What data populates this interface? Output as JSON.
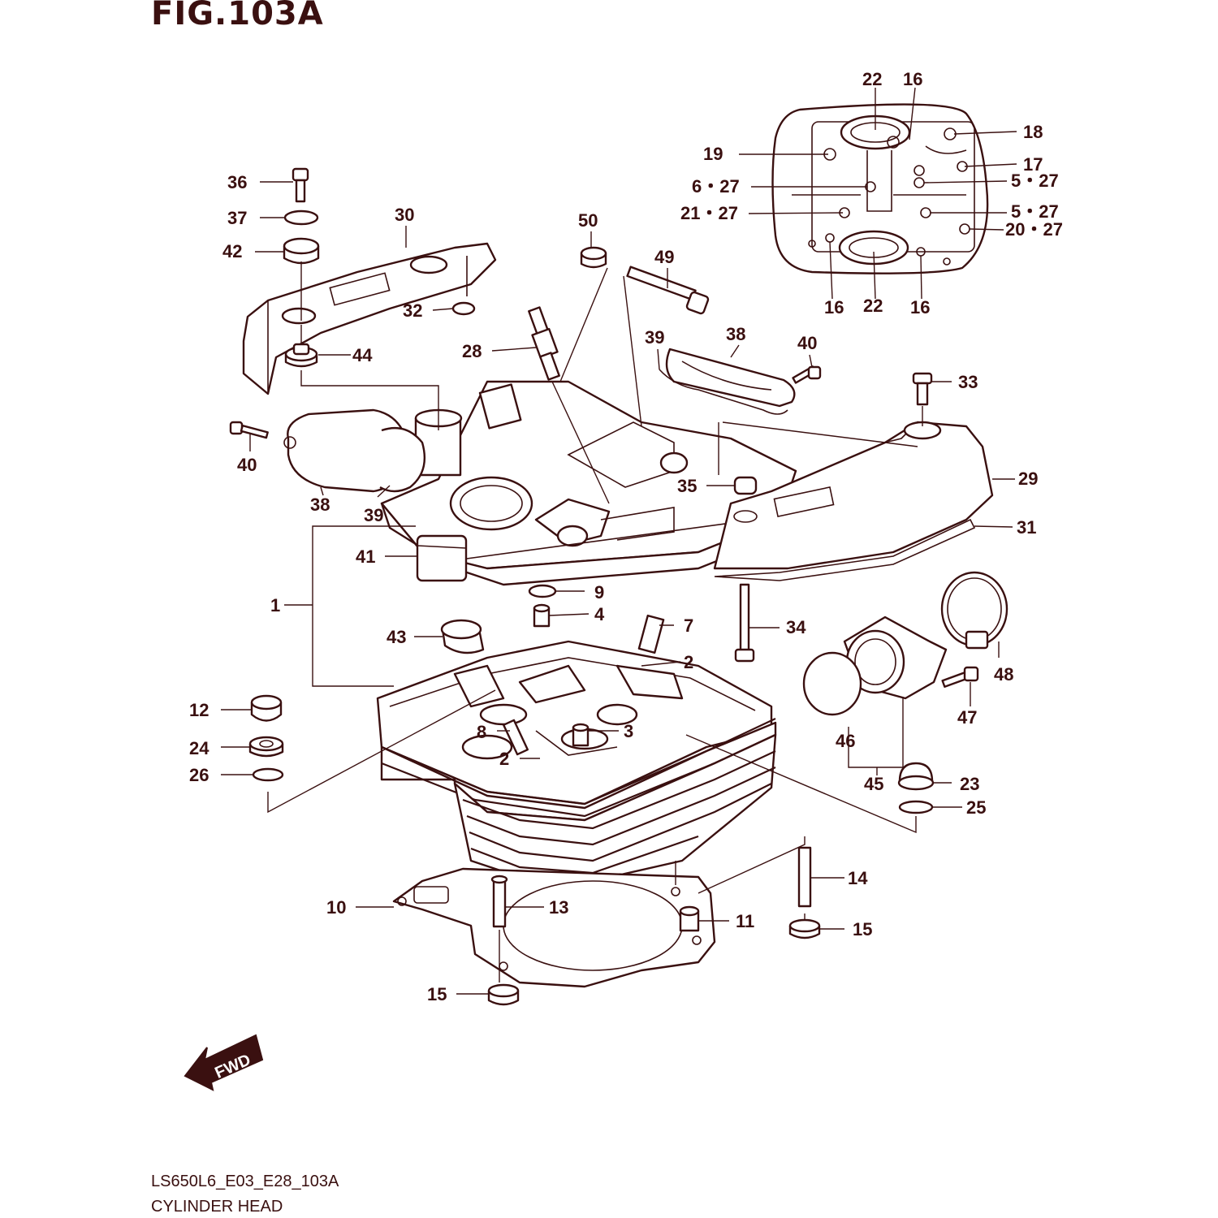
{
  "figure": {
    "title": "FIG.103A",
    "model_code": "LS650L6_E03_E28_103A",
    "part_name": "CYLINDER HEAD",
    "fwd_label": "FWD"
  },
  "colors": {
    "line": "#3a1010",
    "background": "#ffffff"
  },
  "callouts": [
    {
      "id": "c22a",
      "label": "22"
    },
    {
      "id": "c16a",
      "label": "16"
    },
    {
      "id": "c18",
      "label": "18"
    },
    {
      "id": "c19",
      "label": "19"
    },
    {
      "id": "c17",
      "label": "17"
    },
    {
      "id": "c6_27",
      "label": "6・27"
    },
    {
      "id": "c5_27a",
      "label": "5・27"
    },
    {
      "id": "c21_27",
      "label": "21・27"
    },
    {
      "id": "c5_27b",
      "label": "5・27"
    },
    {
      "id": "c20_27",
      "label": "20・27"
    },
    {
      "id": "c16b",
      "label": "16"
    },
    {
      "id": "c22b",
      "label": "22"
    },
    {
      "id": "c16c",
      "label": "16"
    },
    {
      "id": "c36",
      "label": "36"
    },
    {
      "id": "c37",
      "label": "37"
    },
    {
      "id": "c30",
      "label": "30"
    },
    {
      "id": "c42",
      "label": "42"
    },
    {
      "id": "c50",
      "label": "50"
    },
    {
      "id": "c49",
      "label": "49"
    },
    {
      "id": "c32",
      "label": "32"
    },
    {
      "id": "c28",
      "label": "28"
    },
    {
      "id": "c44",
      "label": "44"
    },
    {
      "id": "c39a",
      "label": "39"
    },
    {
      "id": "c38a",
      "label": "38"
    },
    {
      "id": "c40a",
      "label": "40"
    },
    {
      "id": "c33",
      "label": "33"
    },
    {
      "id": "c40b",
      "label": "40"
    },
    {
      "id": "c29",
      "label": "29"
    },
    {
      "id": "c35",
      "label": "35"
    },
    {
      "id": "c38b",
      "label": "38"
    },
    {
      "id": "c39b",
      "label": "39"
    },
    {
      "id": "c31",
      "label": "31"
    },
    {
      "id": "c41",
      "label": "41"
    },
    {
      "id": "c9",
      "label": "9"
    },
    {
      "id": "c1",
      "label": "1"
    },
    {
      "id": "c4",
      "label": "4"
    },
    {
      "id": "c7",
      "label": "7"
    },
    {
      "id": "c34",
      "label": "34"
    },
    {
      "id": "c43",
      "label": "43"
    },
    {
      "id": "c2a",
      "label": "2"
    },
    {
      "id": "c48",
      "label": "48"
    },
    {
      "id": "c12",
      "label": "12"
    },
    {
      "id": "c8",
      "label": "8"
    },
    {
      "id": "c3",
      "label": "3"
    },
    {
      "id": "c47",
      "label": "47"
    },
    {
      "id": "c24",
      "label": "24"
    },
    {
      "id": "c2b",
      "label": "2"
    },
    {
      "id": "c46",
      "label": "46"
    },
    {
      "id": "c26",
      "label": "26"
    },
    {
      "id": "c45",
      "label": "45"
    },
    {
      "id": "c23",
      "label": "23"
    },
    {
      "id": "c25",
      "label": "25"
    },
    {
      "id": "c14",
      "label": "14"
    },
    {
      "id": "c10",
      "label": "10"
    },
    {
      "id": "c13",
      "label": "13"
    },
    {
      "id": "c11",
      "label": "11"
    },
    {
      "id": "c15a",
      "label": "15"
    },
    {
      "id": "c15b",
      "label": "15"
    }
  ]
}
